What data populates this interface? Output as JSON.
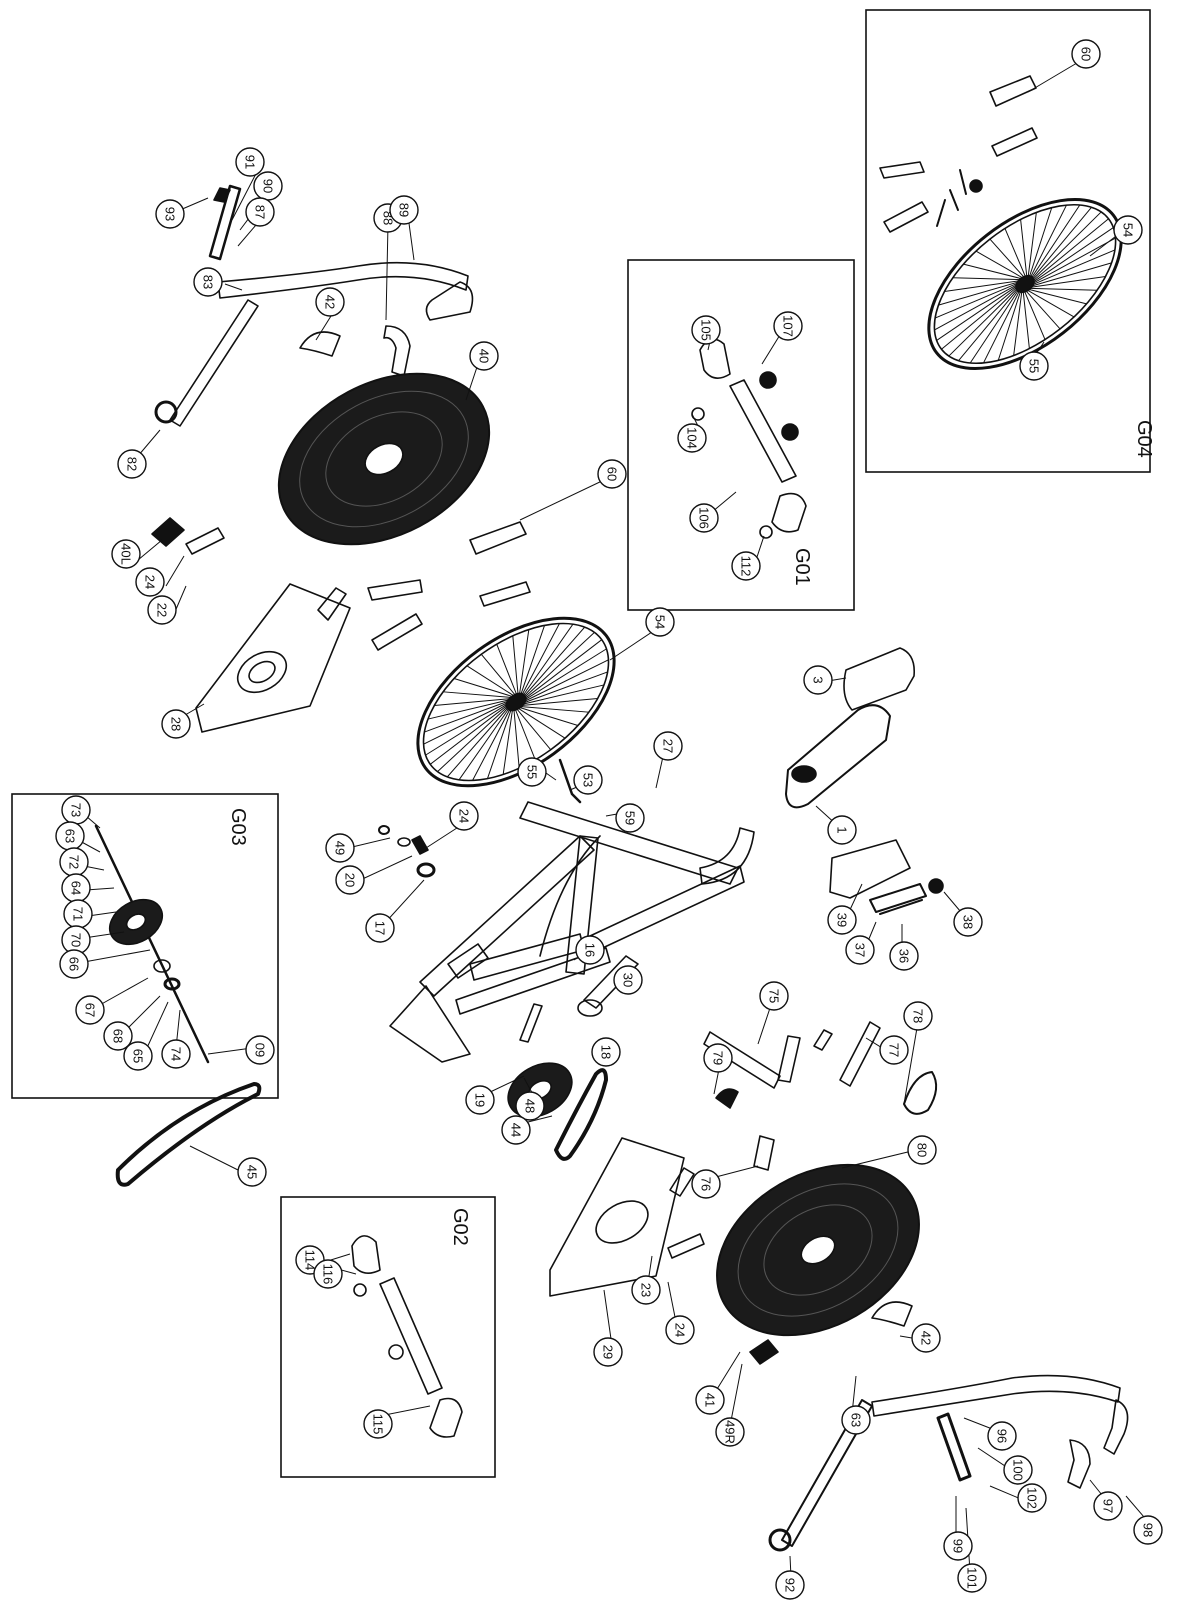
{
  "groups": [
    {
      "label": "G04"
    },
    {
      "label": "G01"
    },
    {
      "label": "G03"
    },
    {
      "label": "G02"
    }
  ],
  "callouts": [
    "93",
    "91",
    "90",
    "87",
    "88",
    "89",
    "83",
    "42",
    "40",
    "82",
    "40L",
    "24",
    "22",
    "28",
    "60",
    "54",
    "55",
    "53",
    "59",
    "27",
    "105",
    "107",
    "104",
    "106",
    "112",
    "3",
    "1",
    "60",
    "54",
    "55",
    "73",
    "63",
    "72",
    "64",
    "71",
    "70",
    "66",
    "67",
    "68",
    "65",
    "74",
    "09",
    "24",
    "49",
    "20",
    "17",
    "16",
    "30",
    "18",
    "19",
    "48",
    "44",
    "45",
    "39",
    "37",
    "36",
    "38",
    "75",
    "78",
    "77",
    "79",
    "76",
    "80",
    "114",
    "116",
    "115",
    "29",
    "23",
    "24",
    "41",
    "42",
    "49R",
    "63",
    "96",
    "100",
    "102",
    "97",
    "98",
    "92",
    "99",
    "101"
  ]
}
